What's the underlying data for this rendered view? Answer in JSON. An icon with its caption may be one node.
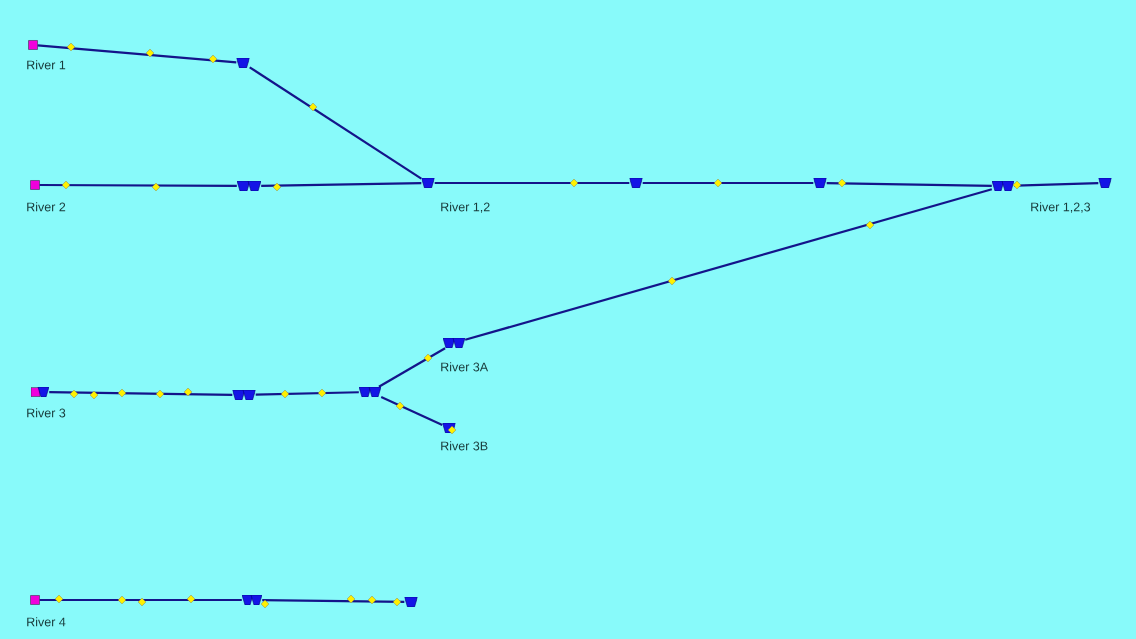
{
  "diagram": {
    "nodes": [
      {
        "text": [],
        "shape": "box",
        "beside": [
          "River 1"
        ]
      },
      {
        "text": [],
        "shape": "trapezoid"
      },
      {
        "text": [],
        "shape": "box",
        "beside": [
          "River 2"
        ]
      },
      {
        "text": [],
        "shape": "trapezoid"
      },
      {
        "text": [],
        "shape": "trapezoid",
        "beside": [
          "River 1,2"
        ]
      },
      {
        "text": [],
        "shape": "trapezoid"
      },
      {
        "text": [],
        "shape": "trapezoid"
      },
      {
        "text": [],
        "shape": "trapezoid"
      },
      {
        "text": [],
        "shape": "trapezoid",
        "beside": [
          "River 1,2,3"
        ]
      },
      {
        "text": [],
        "shape": "trapezoid",
        "beside": [
          "River 3A"
        ]
      },
      {
        "text": [],
        "shape": "box",
        "beside": [
          "River 3"
        ]
      },
      {
        "text": [],
        "shape": "trapezoid"
      },
      {
        "text": [],
        "shape": "trapezoid"
      },
      {
        "text": [],
        "shape": "trapezoid",
        "beside": [
          "River 3B"
        ]
      },
      {
        "text": [],
        "shape": "box",
        "beside": [
          "River 4"
        ]
      },
      {
        "text": [],
        "shape": "trapezoid"
      },
      {
        "text": [],
        "shape": "trapezoid"
      }
    ],
    "edges": [
      {
        "from": 0,
        "to": 1,
        "arrow": "none"
      },
      {
        "from": 1,
        "to": 4,
        "arrow": "none"
      },
      {
        "from": 2,
        "to": 3,
        "arrow": "none"
      },
      {
        "from": 3,
        "to": 4,
        "arrow": "none"
      },
      {
        "from": 4,
        "to": 5,
        "arrow": "none"
      },
      {
        "from": 5,
        "to": 6,
        "arrow": "none"
      },
      {
        "from": 6,
        "to": 7,
        "arrow": "none"
      },
      {
        "from": 7,
        "to": 8,
        "arrow": "none"
      },
      {
        "from": 10,
        "to": 11,
        "arrow": "none"
      },
      {
        "from": 11,
        "to": 12,
        "arrow": "none"
      },
      {
        "from": 12,
        "to": 9,
        "arrow": "none"
      },
      {
        "from": 9,
        "to": 7,
        "arrow": "none"
      },
      {
        "from": 12,
        "to": 13,
        "arrow": "none"
      },
      {
        "from": 14,
        "to": 15,
        "arrow": "none"
      },
      {
        "from": 15,
        "to": 16,
        "arrow": "none"
      }
    ]
  }
}
